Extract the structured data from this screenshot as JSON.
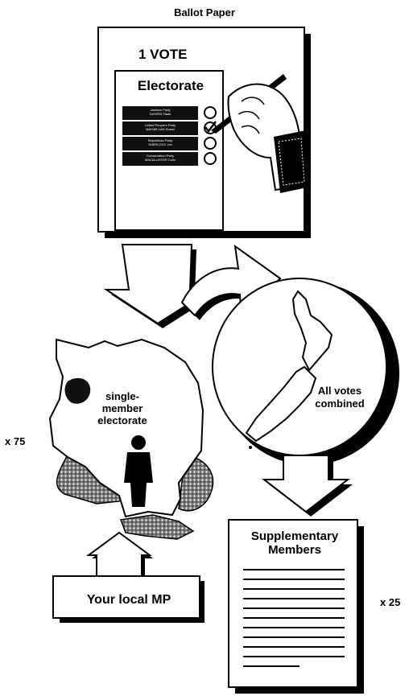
{
  "title": "Ballot Paper",
  "ballot": {
    "vote_label": "1 VOTE",
    "heading": "Electorate",
    "candidates": [
      {
        "party": "Jackson Party",
        "name": "SAYERS Hank"
      },
      {
        "party": "United People's Party",
        "name": "MACMILLAN Susan"
      },
      {
        "party": "Republican Party",
        "name": "SHERLOCK Joe"
      },
      {
        "party": "Conservation Party",
        "name": "MACALLISTER Colin"
      }
    ]
  },
  "electorate": {
    "label": "single-\nmember\nelectorate",
    "multiplier": "x 75",
    "mp_label": "Your local MP"
  },
  "national": {
    "label": "All votes\ncombined"
  },
  "supplementary": {
    "title": "Supplementary\nMembers",
    "multiplier": "x 25"
  },
  "colors": {
    "ink": "#000000",
    "paper": "#ffffff",
    "stipple": "#555555"
  }
}
